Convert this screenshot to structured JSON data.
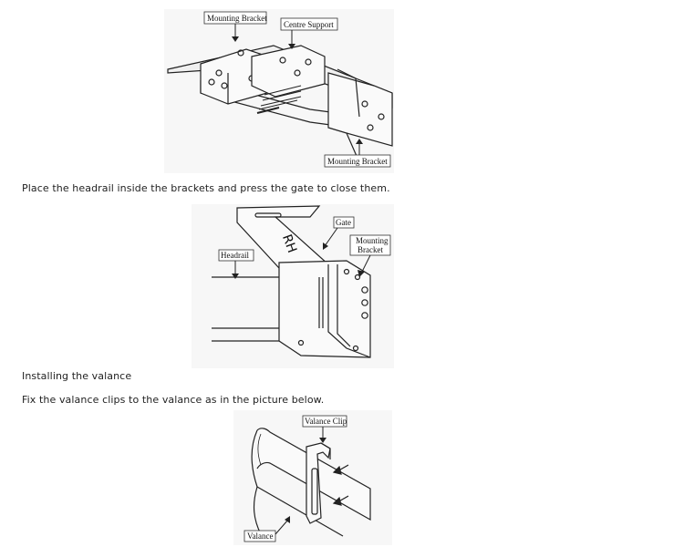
{
  "figure1": {
    "labels": {
      "mounting_bracket_top": "Mounting Bracket",
      "centre_support": "Centre Support",
      "mounting_bracket_bottom": "Mounting Bracket"
    }
  },
  "text1": "Place the headrail inside the brackets and press the gate to close them.",
  "figure2": {
    "labels": {
      "gate": "Gate",
      "headrail": "Headrail",
      "mounting_bracket_line1": "Mounting",
      "mounting_bracket_line2": "Bracket",
      "rh_mark": "RH"
    }
  },
  "heading_valance": "Installing the valance",
  "text2": "Fix the valance clips to the valance as in the picture below.",
  "figure3": {
    "labels": {
      "valance_clip": "Valance Clip",
      "valance": "Valance"
    }
  }
}
